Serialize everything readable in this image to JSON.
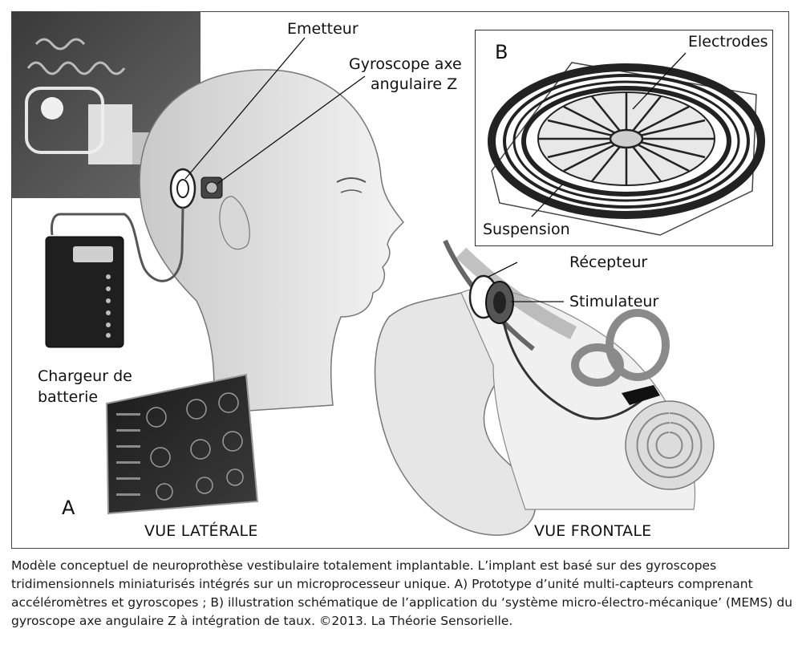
{
  "labels": {
    "emetteur": "Emetteur",
    "gyro_line1": "Gyroscope axe",
    "gyro_line2": "angulaire Z",
    "electrodes": "Electrodes",
    "suspension": "Suspension",
    "recepteur": "Récepteur",
    "stimulateur": "Stimulateur",
    "chargeur_line1": "Chargeur de",
    "chargeur_line2": "batterie",
    "panel_a": "A",
    "panel_b": "B",
    "vue_laterale": "VUE LATÉRALE",
    "vue_frontale": "VUE FRONTALE"
  },
  "caption": "Modèle conceptuel de neuroprothèse vestibulaire totalement implantable. L’implant est basé sur des gyroscopes tridimensionnels miniaturisés intégrés sur un microprocesseur unique. A) Prototype d’unité multi-capteurs comprenant accéléromètres et gyroscopes ; B) illustration schématique de l’application du ‘système micro-électro-mécanique’ (MEMS) du gyroscope axe angulaire Z à intégration de taux. ©2013. La Théorie Sensorielle."
}
